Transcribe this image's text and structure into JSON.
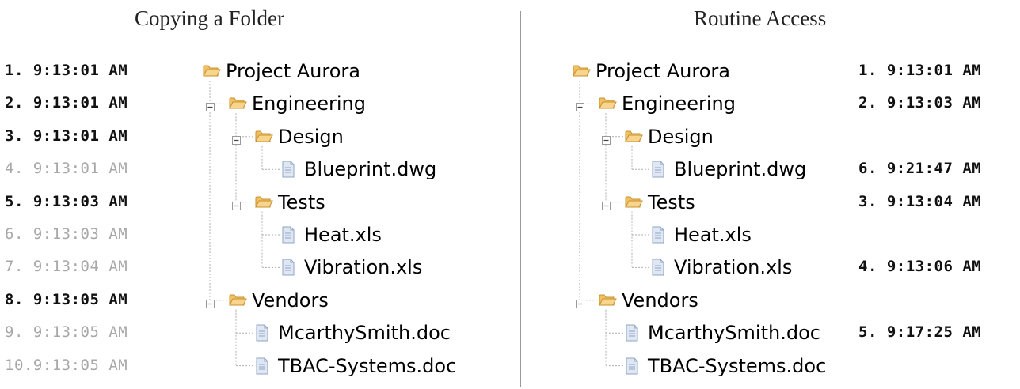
{
  "left": {
    "title": "Copying a Folder",
    "timestamps": [
      {
        "text": "1. 9:13:01 AM",
        "bold": true
      },
      {
        "text": "2. 9:13:01 AM",
        "bold": true
      },
      {
        "text": "3. 9:13:01 AM",
        "bold": true
      },
      {
        "text": "4. 9:13:01 AM",
        "bold": false
      },
      {
        "text": "5. 9:13:03 AM",
        "bold": true
      },
      {
        "text": "6. 9:13:03 AM",
        "bold": false
      },
      {
        "text": "7. 9:13:04 AM",
        "bold": false
      },
      {
        "text": "8. 9:13:05 AM",
        "bold": true
      },
      {
        "text": "9. 9:13:05 AM",
        "bold": false
      },
      {
        "text": "10.9:13:05 AM",
        "bold": false
      }
    ]
  },
  "right": {
    "title": "Routine Access",
    "timestamps": [
      "1. 9:13:01 AM",
      "2. 9:13:03 AM",
      "",
      "6. 9:21:47 AM",
      "3. 9:13:04 AM",
      "",
      "4. 9:13:06 AM",
      "",
      "5. 9:17:25 AM",
      ""
    ]
  },
  "tree": [
    {
      "label": "Project Aurora",
      "type": "folder",
      "level": 0
    },
    {
      "label": "Engineering",
      "type": "folder",
      "level": 1
    },
    {
      "label": "Design",
      "type": "folder",
      "level": 2
    },
    {
      "label": "Blueprint.dwg",
      "type": "file",
      "level": 3
    },
    {
      "label": "Tests",
      "type": "folder",
      "level": 2
    },
    {
      "label": "Heat.xls",
      "type": "file",
      "level": 3
    },
    {
      "label": "Vibration.xls",
      "type": "file",
      "level": 3
    },
    {
      "label": "Vendors",
      "type": "folder",
      "level": 1
    },
    {
      "label": "McarthySmith.doc",
      "type": "file",
      "level": 2
    },
    {
      "label": "TBAC-Systems.doc",
      "type": "file",
      "level": 2
    }
  ],
  "colors": {
    "folder": "#f2c063",
    "folder_edge": "#c8902e",
    "file": "#dfe7f3",
    "file_edge": "#8fa4c4",
    "tree_line": "#b0b0b0"
  }
}
